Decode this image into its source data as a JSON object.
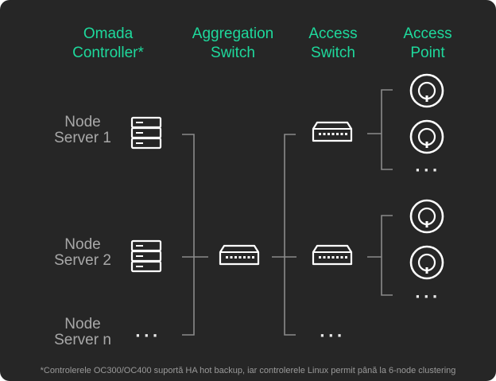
{
  "columns": [
    {
      "line1": "Omada",
      "line2": "Controller*"
    },
    {
      "line1": "Aggregation",
      "line2": "Switch"
    },
    {
      "line1": "Access",
      "line2": "Switch"
    },
    {
      "line1": "Access",
      "line2": "Point"
    }
  ],
  "nodes": [
    {
      "line1": "Node",
      "line2": "Server 1"
    },
    {
      "line1": "Node",
      "line2": "Server 2"
    },
    {
      "line1": "Node",
      "line2": "Server n"
    }
  ],
  "ellipsis": "···",
  "footnote": "*Controlerele OC300/OC400 suportă HA hot backup, iar controlerele Linux permit până la 6-node clustering",
  "colors": {
    "background": "#262626",
    "accent": "#1ed99c",
    "line": "#8a8a8a",
    "icon": "#ffffff",
    "label": "#a8a8a8"
  },
  "icons": [
    "server-icon",
    "switch-icon",
    "access-point-icon"
  ]
}
